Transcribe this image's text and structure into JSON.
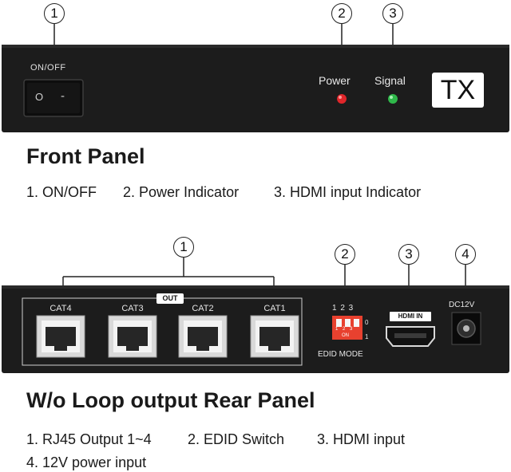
{
  "front": {
    "callouts": [
      "1",
      "2",
      "3"
    ],
    "switch_label": "ON/OFF",
    "switch_off_glyph": "O",
    "switch_on_glyph": "-",
    "power_label": "Power",
    "signal_label": "Signal",
    "tx_badge": "TX",
    "power_led_color": "#e0262a",
    "signal_led_color": "#2fb84a",
    "heading": "Front Panel",
    "legend": [
      "1. ON/OFF",
      "2. Power Indicator",
      "3. HDMI input Indicator"
    ]
  },
  "rear": {
    "callouts": [
      "1",
      "2",
      "3",
      "4"
    ],
    "out_label": "OUT",
    "ports": [
      "CAT4",
      "CAT3",
      "CAT2",
      "CAT1"
    ],
    "dip_top_numbers": "1 2 3",
    "dip_inner_numbers": "1 2 3",
    "dip_on_text": "ON",
    "dip_off_value": "0",
    "dip_on_value": "1",
    "edid_label": "EDID MODE",
    "hdmi_label": "HDMI IN",
    "dc_label": "DC12V",
    "dip_color": "#e8412f",
    "heading": "W/o Loop output Rear Panel",
    "legend_line1": [
      "1. RJ45 Output 1~4",
      "2. EDID Switch",
      "3. HDMI input"
    ],
    "legend_line2": "4. 12V power input"
  }
}
